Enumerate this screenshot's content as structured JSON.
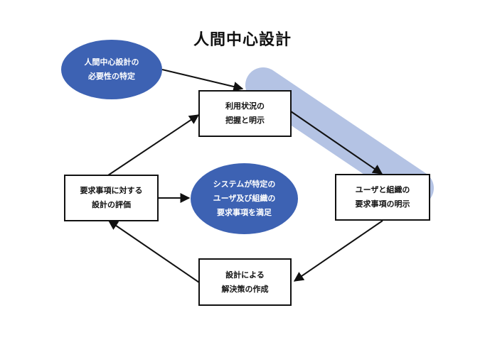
{
  "title": "人間中心設計",
  "colors": {
    "ellipse_fill": "#3d62b3",
    "highlight_band": "#b4c3e4",
    "stroke": "#111111",
    "box_fill": "#ffffff"
  },
  "nodes": {
    "start": {
      "line1": "人間中心設計の",
      "line2": "必要性の特定"
    },
    "context": {
      "line1": "利用状況の",
      "line2": "把握と明示"
    },
    "requirements": {
      "line1": "ユーザと組織の",
      "line2": "要求事項の明示"
    },
    "design": {
      "line1": "設計による",
      "line2": "解決策の作成"
    },
    "evaluate": {
      "line1": "要求事項に対する",
      "line2": "設計の評価"
    },
    "satisfied": {
      "line1": "システムが特定の",
      "line2": "ユーザ及び組織の",
      "line3": "要求事項を満足"
    }
  }
}
